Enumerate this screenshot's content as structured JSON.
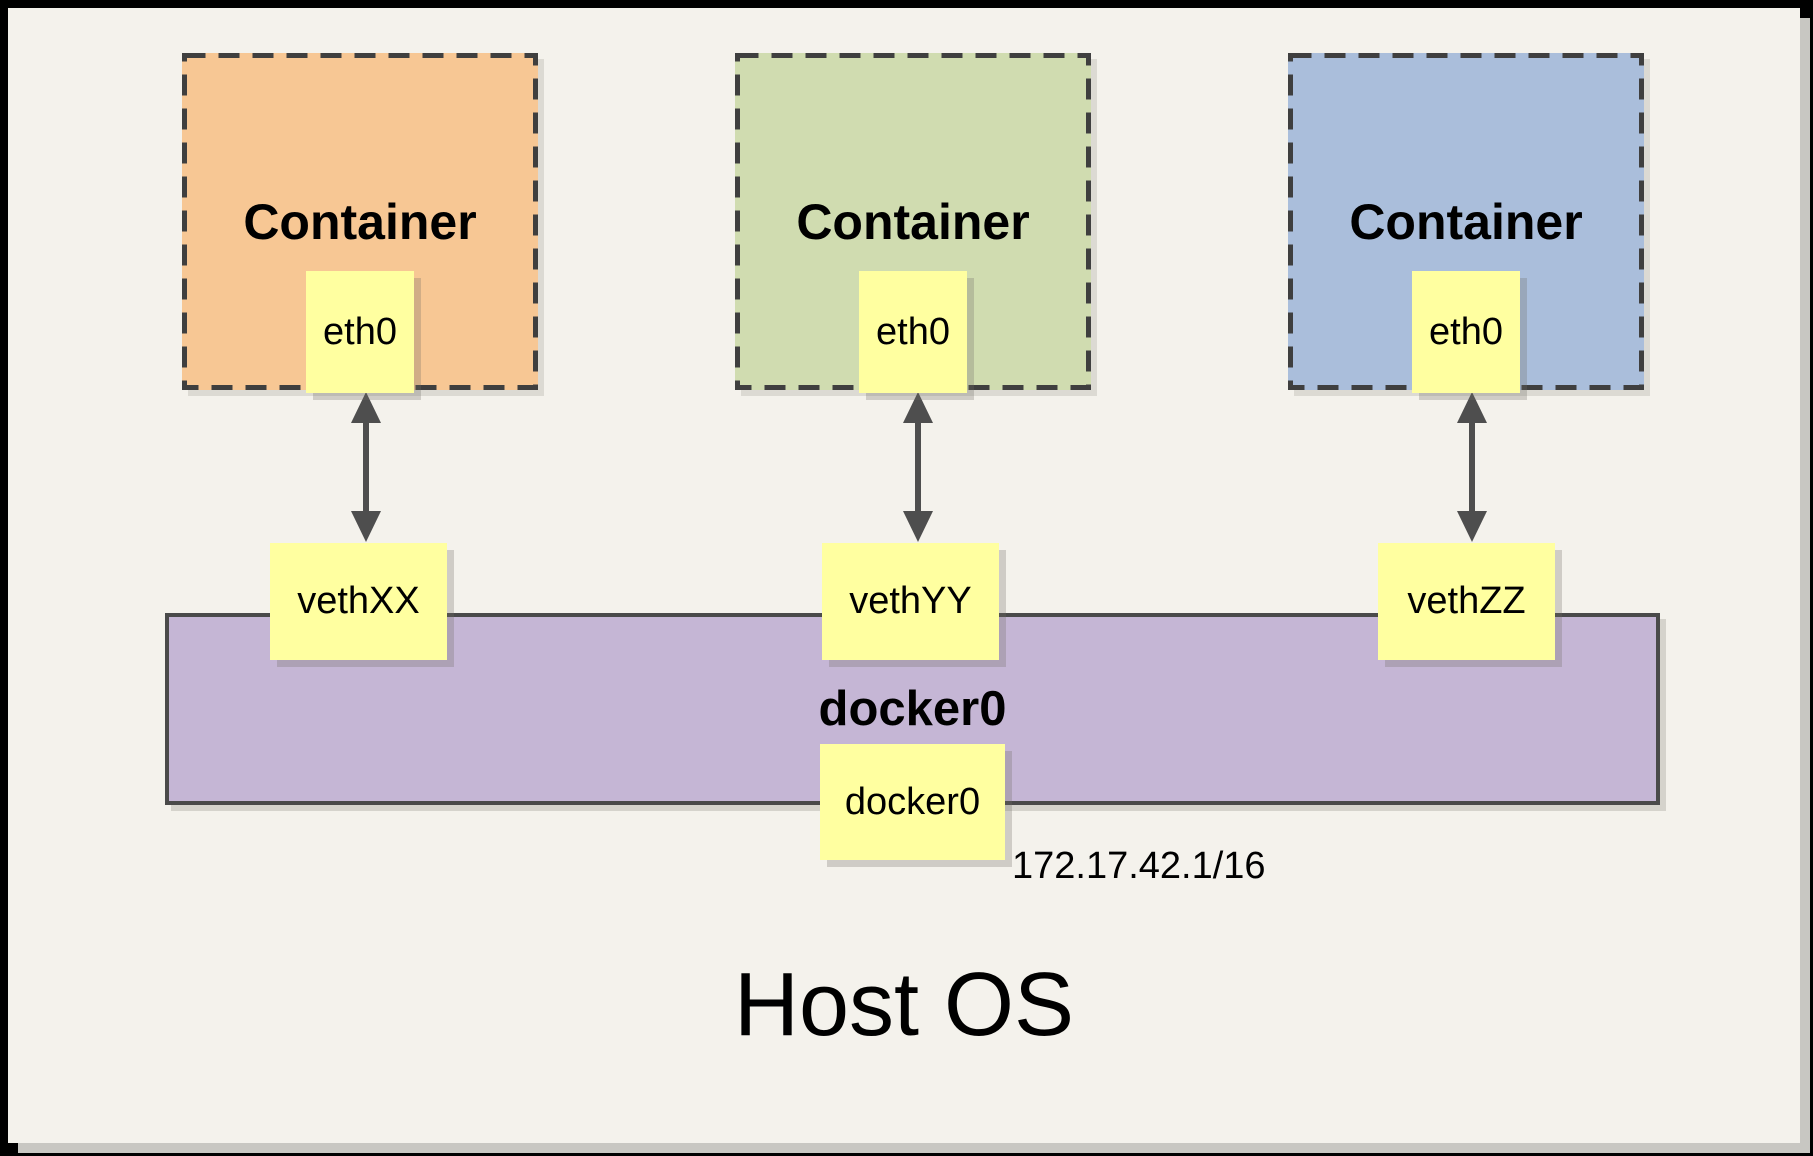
{
  "diagram": {
    "containers": [
      {
        "label": "Container",
        "interface": "eth0",
        "fill": "#F7C794"
      },
      {
        "label": "Container",
        "interface": "eth0",
        "fill": "#D0DCB0"
      },
      {
        "label": "Container",
        "interface": "eth0",
        "fill": "#AABEDB"
      }
    ],
    "veth_endpoints": [
      {
        "label": "vethXX"
      },
      {
        "label": "vethYY"
      },
      {
        "label": "vethZZ"
      }
    ],
    "bridge": {
      "label": "docker0",
      "interface": "docker0",
      "ip": "172.17.42.1/16",
      "fill": "#C5B6D5"
    },
    "host": {
      "label": "Host OS"
    },
    "colors": {
      "endpoint_fill": "#FFFFA0",
      "panel_background": "#F4F2EC",
      "line_and_border": "#4E4E4E",
      "dashed_border": "#3F3F3F"
    }
  }
}
